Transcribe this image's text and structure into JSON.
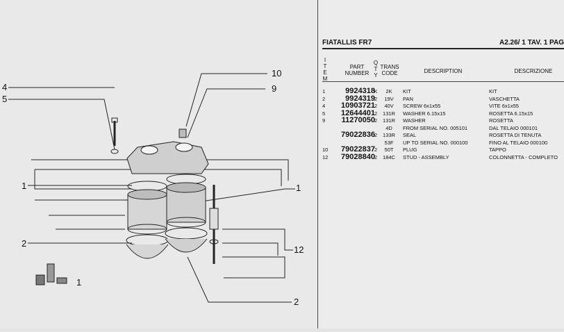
{
  "header": {
    "brand": "FIATALLIS FR7",
    "ref": "A2.26/ 1 TAV. 1 PAG"
  },
  "columns": {
    "item": [
      "I",
      "T",
      "E",
      "M"
    ],
    "part_number": [
      "PART",
      "NUMBER"
    ],
    "qty": [
      "Q",
      "T",
      "Y"
    ],
    "trans_code": [
      "TRANS",
      "CODE"
    ],
    "description": "DESCRIPTION",
    "descrizione": "DESCRIZIONE"
  },
  "rows": [
    {
      "item": "1",
      "part": "9924318",
      "qty": "K",
      "code": "2K",
      "desc": "KIT",
      "desc_it": "KIT"
    },
    {
      "item": "2",
      "part": "9924319",
      "qty": "2",
      "code": "19V",
      "desc": "PAN",
      "desc_it": "VASCHETTA"
    },
    {
      "item": "4",
      "part": "10903721",
      "qty": "2",
      "code": "40V",
      "desc": "SCREW 6x1x55",
      "desc_it": "VITE 6x1x55"
    },
    {
      "item": "5",
      "part": "12644401",
      "qty": "2",
      "code": "131R",
      "desc": "WASHER 6.15x15",
      "desc_it": "ROSETTA 6.15x15"
    },
    {
      "item": "9",
      "part": "11270050",
      "qty": "2",
      "code": "131R",
      "desc": "WASHER",
      "desc_it": "ROSETTA"
    },
    {
      "item": "",
      "part": "",
      "qty": "",
      "code": "4D",
      "desc": "FROM SERIAL NO. 005101",
      "desc_it": "DAL TELAIO 000101"
    },
    {
      "item": "",
      "part": "79022836",
      "qty": "2",
      "code": "133R",
      "desc": "SEAL",
      "desc_it": "ROSETTA DI TENUTA"
    },
    {
      "item": "",
      "part": "",
      "qty": "",
      "code": "53F",
      "desc": "UP TO SERIAL NO. 000100",
      "desc_it": "FINO AL TELAIO 000100"
    },
    {
      "item": "10",
      "part": "79022837",
      "qty": "2",
      "code": "50T",
      "desc": "PLUG",
      "desc_it": "TAPPO"
    },
    {
      "item": "12",
      "part": "79028840",
      "qty": "2",
      "code": "184C",
      "desc": "STUD - ASSEMBLY",
      "desc_it": "COLONNETTA - COMPLETO"
    }
  ],
  "callouts": {
    "c10": "10",
    "c9": "9",
    "c4": "4",
    "c5": "5",
    "c1l": "1",
    "c1r": "1",
    "c2l": "2",
    "c12": "12",
    "c2b": "2",
    "kit1": "1"
  }
}
